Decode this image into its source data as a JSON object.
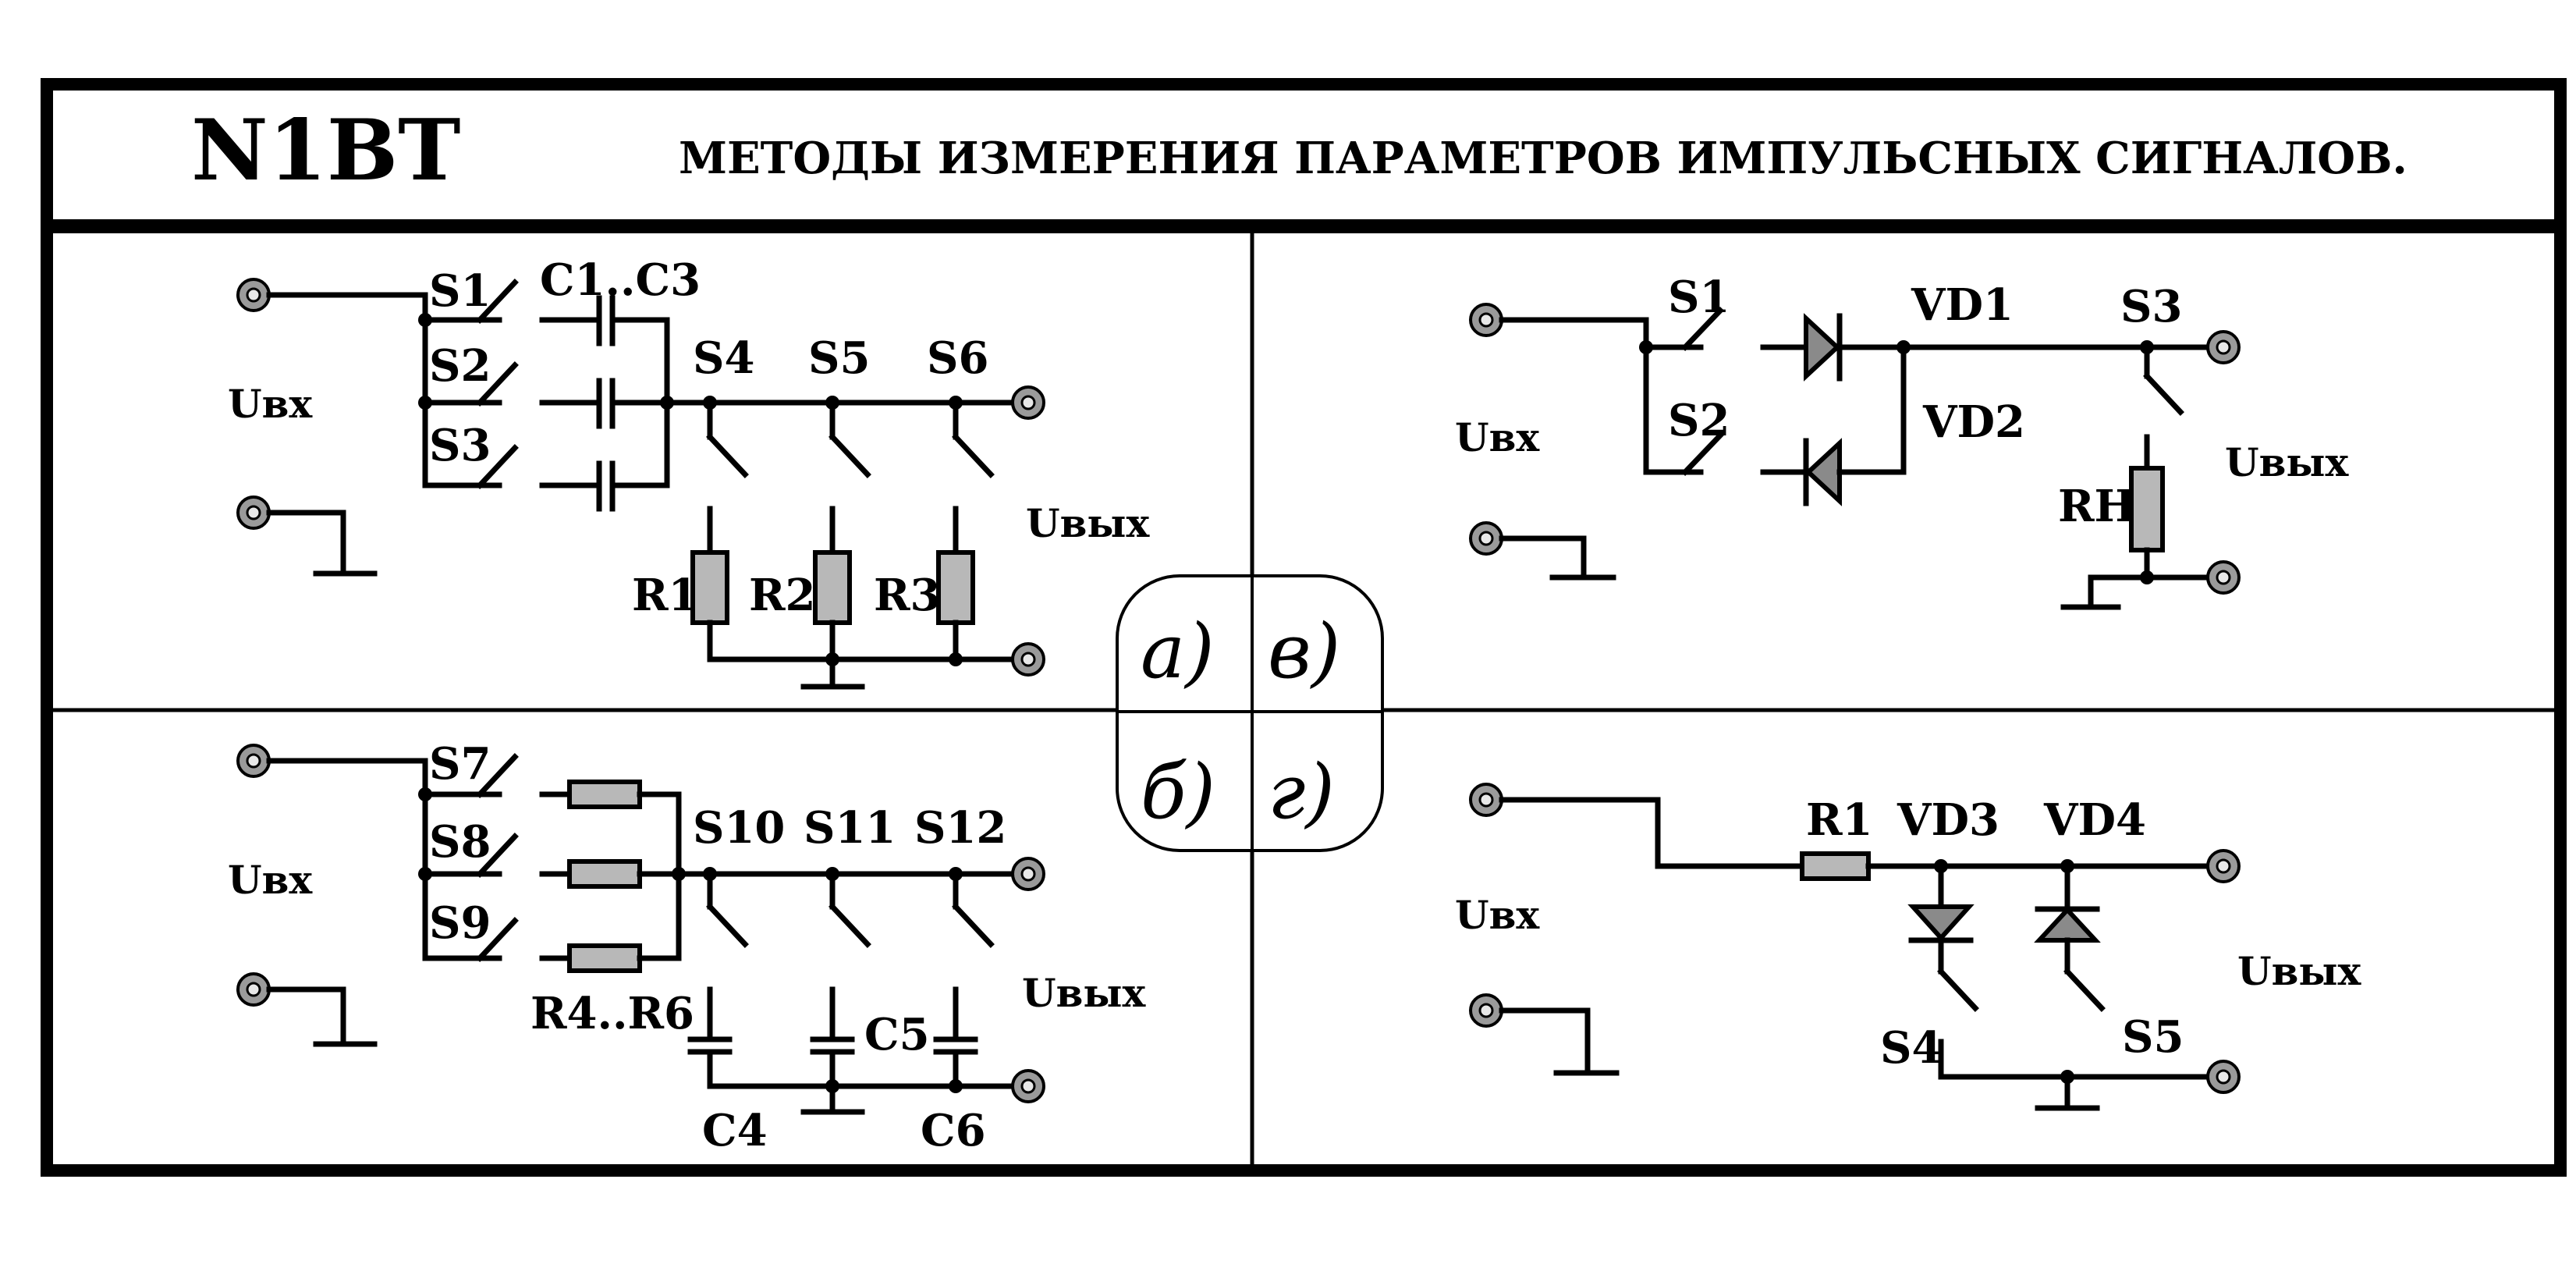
{
  "header": {
    "code": "N1BT",
    "title": "МЕТОДЫ ИЗМЕРЕНИЯ ПАРАМЕТРОВ ИМПУЛЬСНЫХ СИГНАЛОВ."
  },
  "quadrant_labels": {
    "a": "а)",
    "v": "в)",
    "b": "б)",
    "g": "г)"
  },
  "circuit_a": {
    "input": "Uвх",
    "output": "Uвых",
    "switches_in": [
      "S1",
      "S2",
      "S3"
    ],
    "capacitors": "C1..C3",
    "switches_out": [
      "S4",
      "S5",
      "S6"
    ],
    "resistors": [
      "R1",
      "R2",
      "R3"
    ]
  },
  "circuit_b": {
    "input": "Uвх",
    "output": "Uвых",
    "switches_in": [
      "S7",
      "S8",
      "S9"
    ],
    "resistors": "R4..R6",
    "switches_out": [
      "S10",
      "S11",
      "S12"
    ],
    "capacitors": [
      "C4",
      "C5",
      "C6"
    ]
  },
  "circuit_v": {
    "input": "Uвх",
    "output": "Uвых",
    "switches": [
      "S1",
      "S2",
      "S3"
    ],
    "diodes": [
      "VD1",
      "VD2"
    ],
    "load": "RH"
  },
  "circuit_g": {
    "input": "Uвх",
    "output": "Uвых",
    "resistor": "R1",
    "diodes": [
      "VD3",
      "VD4"
    ],
    "switches": [
      "S4",
      "S5"
    ]
  },
  "colors": {
    "line": "#000000",
    "component_fill": "#b8b8b8",
    "terminal_fill": "#9a9a9a"
  }
}
